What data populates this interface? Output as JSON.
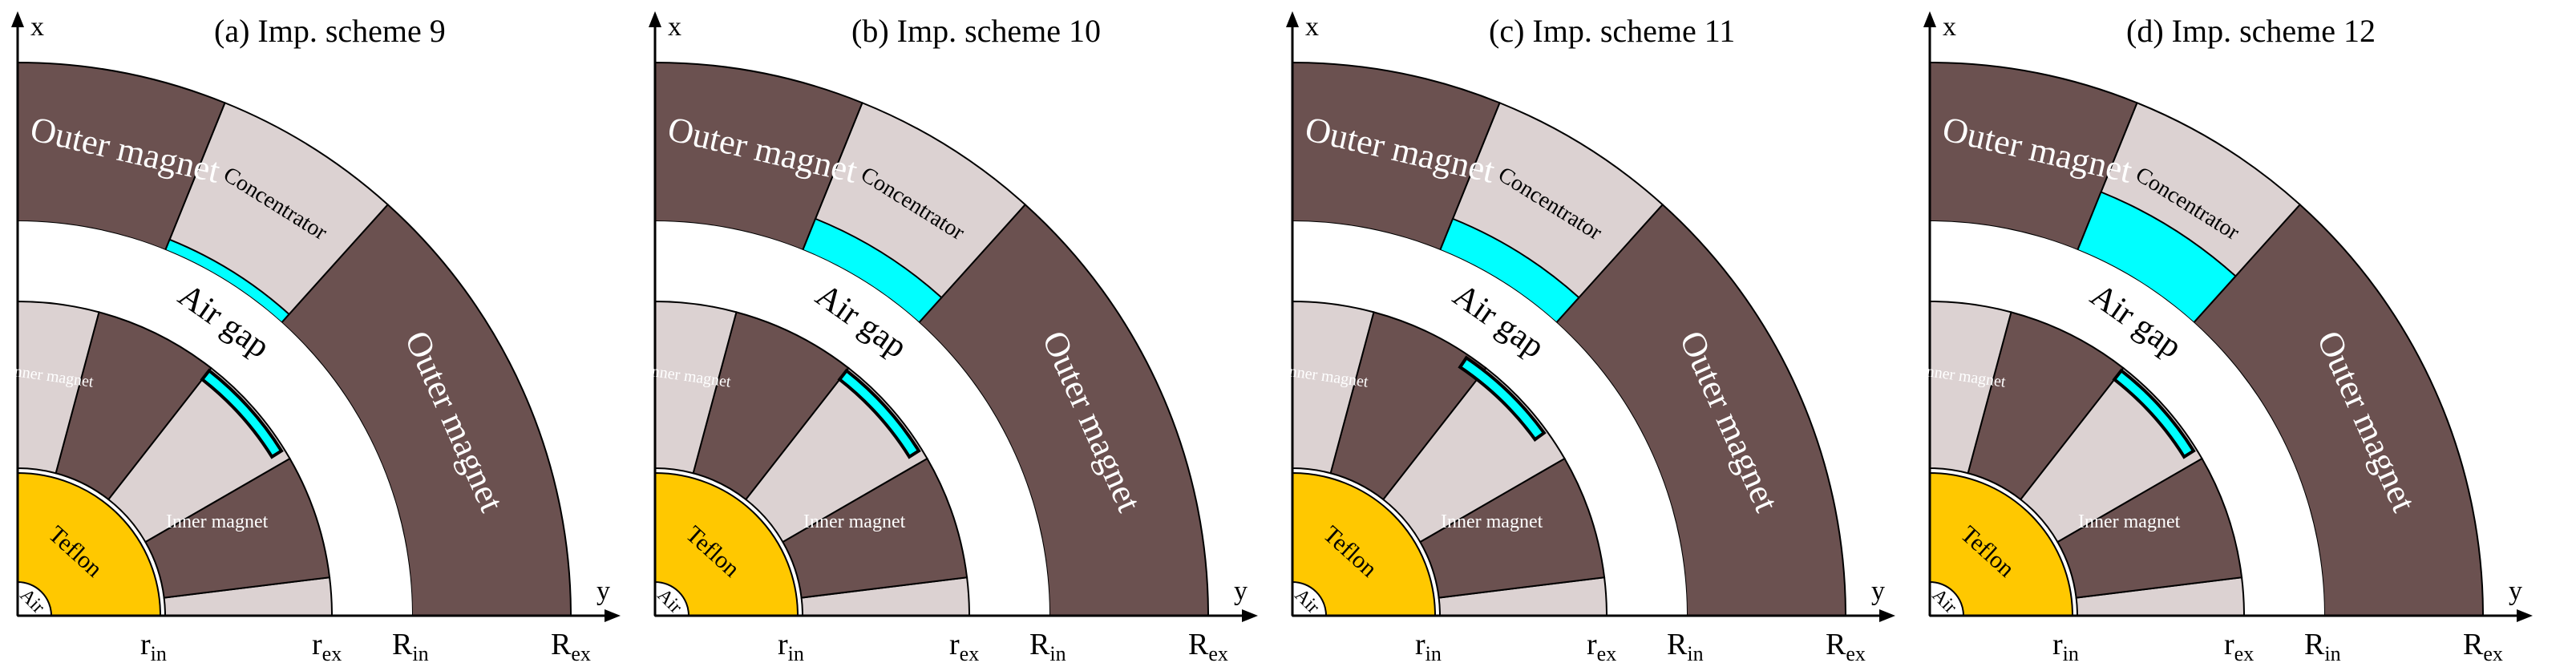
{
  "axis": {
    "x_label": "x",
    "y_label": "y",
    "ticks": [
      {
        "main": "r",
        "sub": "in"
      },
      {
        "main": "r",
        "sub": "ex"
      },
      {
        "main": "R",
        "sub": "in"
      },
      {
        "main": "R",
        "sub": "ex"
      }
    ]
  },
  "labels": {
    "outer_magnet": "Outer magnet",
    "concentrator": "Concentrator",
    "air_gap": "Air gap",
    "inner_magnet": "Inner magnet",
    "teflon": "Teflon",
    "air": "Air"
  },
  "panels": [
    {
      "title": "(a) Imp. scheme 9",
      "outer_insert": "thin",
      "inner_insert": "thin"
    },
    {
      "title": "(b) Imp. scheme 10",
      "outer_insert": "medium",
      "inner_insert": "thin"
    },
    {
      "title": "(c) Imp. scheme 11",
      "outer_insert": "medium",
      "inner_insert": "thin-shifted"
    },
    {
      "title": "(d) Imp. scheme 12",
      "outer_insert": "thick",
      "inner_insert": "thin"
    }
  ],
  "colors": {
    "magnet": "#6b5150",
    "concentrator": "#dcd2d2",
    "insert": "#00ffff",
    "teflon": "#ffc800",
    "air": "#ffffff",
    "outline": "#000000"
  }
}
